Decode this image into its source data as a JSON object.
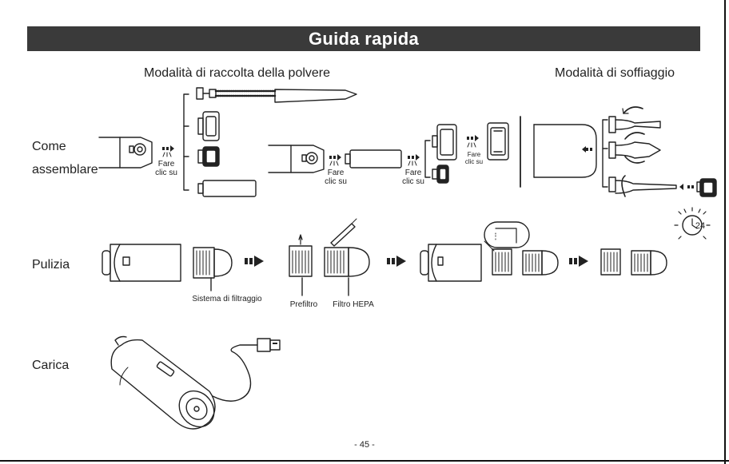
{
  "header": {
    "title": "Guida rapida"
  },
  "sections": {
    "dust_mode": "Modalità di raccolta della polvere",
    "blow_mode": "Modalità di soffiaggio",
    "assemble_line1": "Come",
    "assemble_line2": "assemblare",
    "cleaning": "Pulizia",
    "charging": "Carica"
  },
  "callouts": {
    "click_1_a": "Fare",
    "click_1_b": "clic su",
    "click_2_a": "Fare",
    "click_2_b": "clic su",
    "click_3_a": "Fare",
    "click_3_b": "clic su",
    "click_4_a": "Fare",
    "click_4_b": "clic su",
    "filter_system": "Sistema di filtraggio",
    "prefilter": "Prefiltro",
    "hepa": "Filtro HEPA",
    "dry_hours": "24"
  },
  "footer": {
    "page_number": "- 45 -"
  }
}
